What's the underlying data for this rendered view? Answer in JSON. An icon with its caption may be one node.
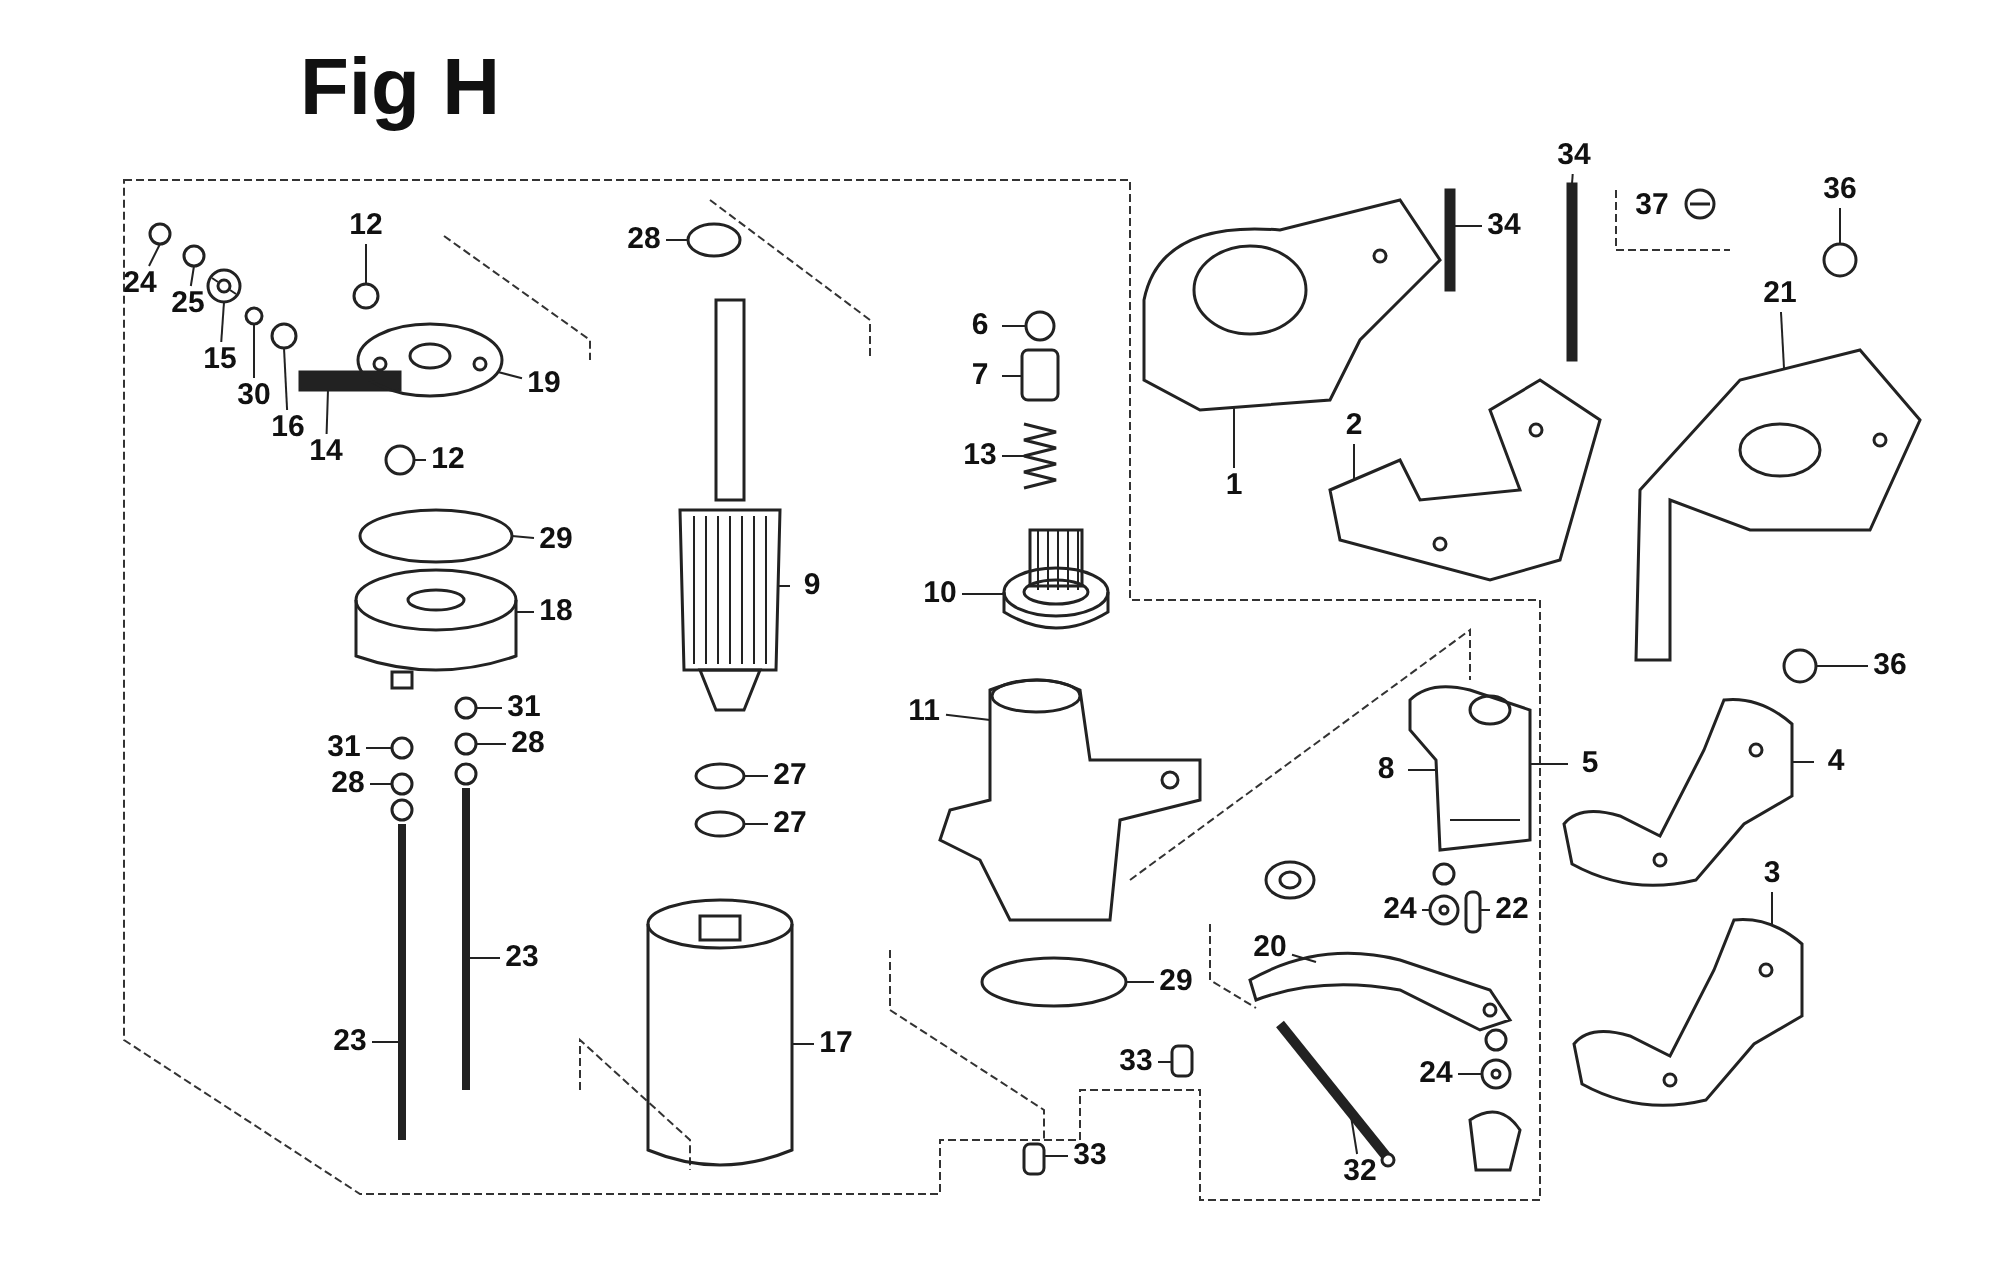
{
  "diagram": {
    "title": "Fig H",
    "nodes": [
      {
        "text": [
          "24"
        ]
      },
      {
        "text": [
          "25"
        ]
      },
      {
        "text": [
          "15"
        ]
      },
      {
        "text": [
          "30"
        ]
      },
      {
        "text": [
          "16"
        ]
      },
      {
        "text": [
          "14"
        ]
      },
      {
        "text": [
          "12"
        ]
      },
      {
        "text": [
          "19"
        ]
      },
      {
        "text": [
          "12"
        ]
      },
      {
        "text": [
          "29"
        ]
      },
      {
        "text": [
          "18"
        ]
      },
      {
        "text": [
          "31"
        ]
      },
      {
        "text": [
          "28"
        ]
      },
      {
        "text": [
          "31"
        ]
      },
      {
        "text": [
          "28"
        ]
      },
      {
        "text": [
          "23"
        ]
      },
      {
        "text": [
          "23"
        ]
      },
      {
        "text": [
          "28"
        ]
      },
      {
        "text": [
          "9"
        ]
      },
      {
        "text": [
          "6"
        ]
      },
      {
        "text": [
          "7"
        ]
      },
      {
        "text": [
          "13"
        ]
      },
      {
        "text": [
          "10"
        ]
      },
      {
        "text": [
          "27"
        ]
      },
      {
        "text": [
          "27"
        ]
      },
      {
        "text": [
          "11"
        ]
      },
      {
        "text": [
          "17"
        ]
      },
      {
        "text": [
          "29"
        ]
      },
      {
        "text": [
          "33"
        ]
      },
      {
        "text": [
          "33"
        ]
      },
      {
        "text": [
          "1"
        ]
      },
      {
        "text": [
          "2"
        ]
      },
      {
        "text": [
          "34"
        ]
      },
      {
        "text": [
          "34"
        ]
      },
      {
        "text": [
          "36"
        ]
      },
      {
        "text": [
          "21"
        ]
      },
      {
        "text": [
          "36"
        ]
      },
      {
        "text": [
          "4"
        ]
      },
      {
        "text": [
          "3"
        ]
      },
      {
        "text": [
          "8"
        ]
      },
      {
        "text": [
          "5"
        ]
      },
      {
        "text": [
          "24"
        ]
      },
      {
        "text": [
          "22"
        ]
      },
      {
        "text": [
          "20"
        ]
      },
      {
        "text": [
          "24"
        ]
      },
      {
        "text": [
          "32"
        ]
      },
      {
        "text": [],
        "shape": "circle"
      },
      {
        "text": [],
        "shape": "circle"
      },
      {
        "text": [],
        "shape": "picture"
      },
      {
        "text": [],
        "shape": "circle"
      },
      {
        "text": [],
        "shape": "circle"
      },
      {
        "text": [],
        "shape": "bar"
      },
      {
        "text": [],
        "shape": "circle"
      },
      {
        "text": [],
        "shape": "picture"
      },
      {
        "text": [],
        "shape": "circle"
      },
      {
        "text": [],
        "shape": "circle"
      },
      {
        "text": [],
        "shape": "picture"
      },
      {
        "text": [],
        "shape": "circle"
      },
      {
        "text": [],
        "shape": "circle"
      },
      {
        "text": [],
        "shape": "circle"
      },
      {
        "text": [],
        "shape": "circle"
      },
      {
        "text": [],
        "shape": "picture"
      },
      {
        "text": [],
        "shape": "picture"
      },
      {
        "text": [],
        "shape": "circle"
      },
      {
        "text": [],
        "shape": "picture"
      },
      {
        "text": [],
        "shape": "circle"
      },
      {
        "text": [],
        "shape": "box"
      },
      {
        "text": [],
        "shape": "picture"
      },
      {
        "text": [],
        "shape": "picture"
      },
      {
        "text": [],
        "shape": "circle"
      },
      {
        "text": [],
        "shape": "circle"
      },
      {
        "text": [],
        "shape": "picture"
      },
      {
        "text": [],
        "shape": "picture"
      },
      {
        "text": [],
        "shape": "circle"
      },
      {
        "text": [],
        "shape": "box"
      },
      {
        "text": [],
        "shape": "box"
      },
      {
        "text": [],
        "shape": "picture"
      },
      {
        "text": [],
        "shape": "picture"
      },
      {
        "text": [],
        "shape": "bar"
      },
      {
        "text": [],
        "shape": "bar"
      },
      {
        "text": [],
        "shape": "circle"
      },
      {
        "text": [],
        "shape": "picture"
      },
      {
        "text": [],
        "shape": "circle"
      },
      {
        "text": [],
        "shape": "picture"
      },
      {
        "text": [],
        "shape": "picture"
      },
      {
        "text": [],
        "shape": "picture"
      },
      {
        "text": [],
        "shape": "picture"
      },
      {
        "text": [],
        "shape": "box"
      },
      {
        "text": [],
        "shape": "picture"
      },
      {
        "text": [],
        "shape": "picture"
      },
      {
        "text": [],
        "shape": "picture"
      }
    ],
    "edges": [
      {
        "from": 0,
        "to": 46,
        "arrow": "none"
      },
      {
        "from": 1,
        "to": 47,
        "arrow": "none"
      },
      {
        "from": 2,
        "to": 48,
        "arrow": "none"
      },
      {
        "from": 3,
        "to": 49,
        "arrow": "none"
      },
      {
        "from": 4,
        "to": 50,
        "arrow": "none"
      },
      {
        "from": 5,
        "to": 51,
        "arrow": "none"
      },
      {
        "from": 6,
        "to": 52,
        "arrow": "none"
      },
      {
        "from": 7,
        "to": 53,
        "arrow": "none"
      },
      {
        "from": 8,
        "to": 54,
        "arrow": "none"
      },
      {
        "from": 9,
        "to": 55,
        "arrow": "none"
      },
      {
        "from": 10,
        "to": 56,
        "arrow": "none"
      },
      {
        "from": 11,
        "to": 57,
        "arrow": "none"
      },
      {
        "from": 12,
        "to": 58,
        "arrow": "none"
      },
      {
        "from": 13,
        "to": 59,
        "arrow": "none"
      },
      {
        "from": 14,
        "to": 60,
        "arrow": "none"
      },
      {
        "from": 15,
        "to": 61,
        "arrow": "none"
      },
      {
        "from": 16,
        "to": 62,
        "arrow": "none"
      },
      {
        "from": 17,
        "to": 63,
        "arrow": "none"
      },
      {
        "from": 18,
        "to": 64,
        "arrow": "none"
      },
      {
        "from": 19,
        "to": 65,
        "arrow": "none"
      },
      {
        "from": 20,
        "to": 66,
        "arrow": "none"
      },
      {
        "from": 21,
        "to": 67,
        "arrow": "none"
      },
      {
        "from": 22,
        "to": 68,
        "arrow": "none"
      },
      {
        "from": 23,
        "to": 69,
        "arrow": "none"
      },
      {
        "from": 24,
        "to": 70,
        "arrow": "none"
      },
      {
        "from": 25,
        "to": 71,
        "arrow": "none"
      },
      {
        "from": 26,
        "to": 72,
        "arrow": "none"
      },
      {
        "from": 27,
        "to": 73,
        "arrow": "none"
      },
      {
        "from": 28,
        "to": 74,
        "arrow": "none"
      },
      {
        "from": 29,
        "to": 75,
        "arrow": "none"
      },
      {
        "from": 30,
        "to": 76,
        "arrow": "none"
      },
      {
        "from": 31,
        "to": 77,
        "arrow": "none"
      },
      {
        "from": 32,
        "to": 78,
        "arrow": "none"
      },
      {
        "from": 33,
        "to": 79,
        "arrow": "none"
      },
      {
        "from": 34,
        "to": 80,
        "arrow": "none"
      },
      {
        "from": 35,
        "to": 81,
        "arrow": "none"
      },
      {
        "from": 36,
        "to": 82,
        "arrow": "none"
      },
      {
        "from": 37,
        "to": 83,
        "arrow": "none"
      },
      {
        "from": 38,
        "to": 84,
        "arrow": "none"
      },
      {
        "from": 39,
        "to": 85,
        "arrow": "none"
      },
      {
        "from": 40,
        "to": 85,
        "arrow": "none"
      },
      {
        "from": 41,
        "to": 86,
        "arrow": "none"
      },
      {
        "from": 42,
        "to": 87,
        "arrow": "none"
      },
      {
        "from": 43,
        "to": 88,
        "arrow": "none"
      },
      {
        "from": 44,
        "to": 89,
        "arrow": "none"
      },
      {
        "from": 45,
        "to": 90,
        "arrow": "none"
      }
    ],
    "labels": [
      "37"
    ]
  }
}
